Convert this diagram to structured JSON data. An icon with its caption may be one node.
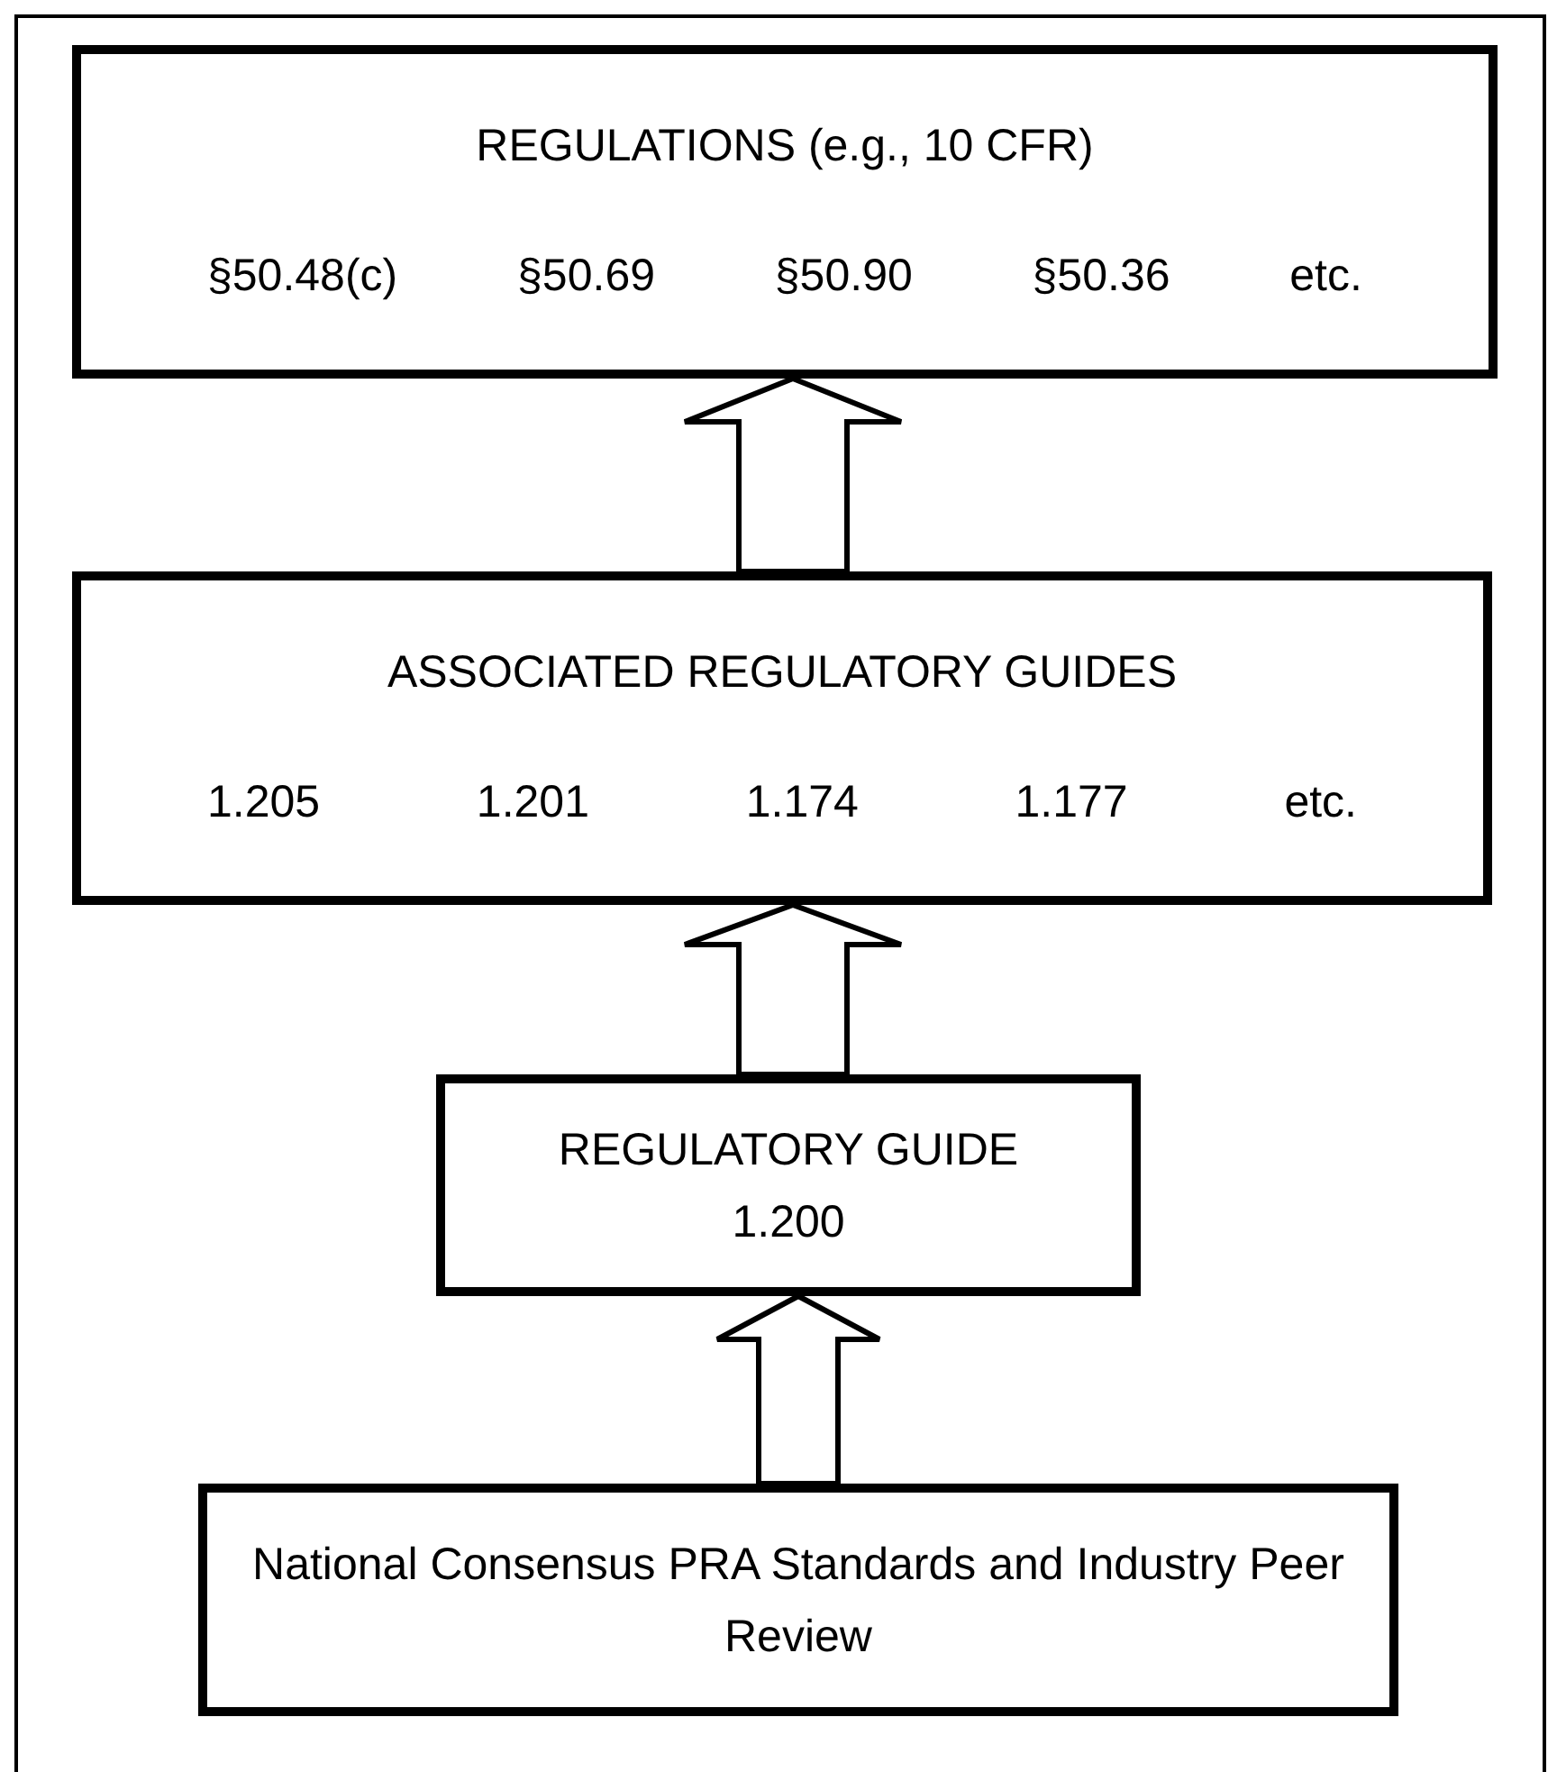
{
  "diagram": {
    "nodes": [
      {
        "text": [
          "REGULATIONS (e.g., 10 CFR)",
          "§50.48(c)",
          "§50.69",
          "§50.90",
          "§50.36",
          "etc."
        ]
      },
      {
        "text": [
          "ASSOCIATED REGULATORY GUIDES",
          "1.205",
          "1.201",
          "1.174",
          "1.177",
          "etc."
        ]
      },
      {
        "text": [
          "REGULATORY GUIDE",
          "1.200"
        ]
      },
      {
        "text": [
          "National Consensus PRA Standards and Industry Peer Review"
        ]
      }
    ],
    "edges": [
      {
        "from": 1,
        "to": 0,
        "arrow": "to"
      },
      {
        "from": 2,
        "to": 1,
        "arrow": "to"
      },
      {
        "from": 3,
        "to": 2,
        "arrow": "to"
      }
    ]
  }
}
